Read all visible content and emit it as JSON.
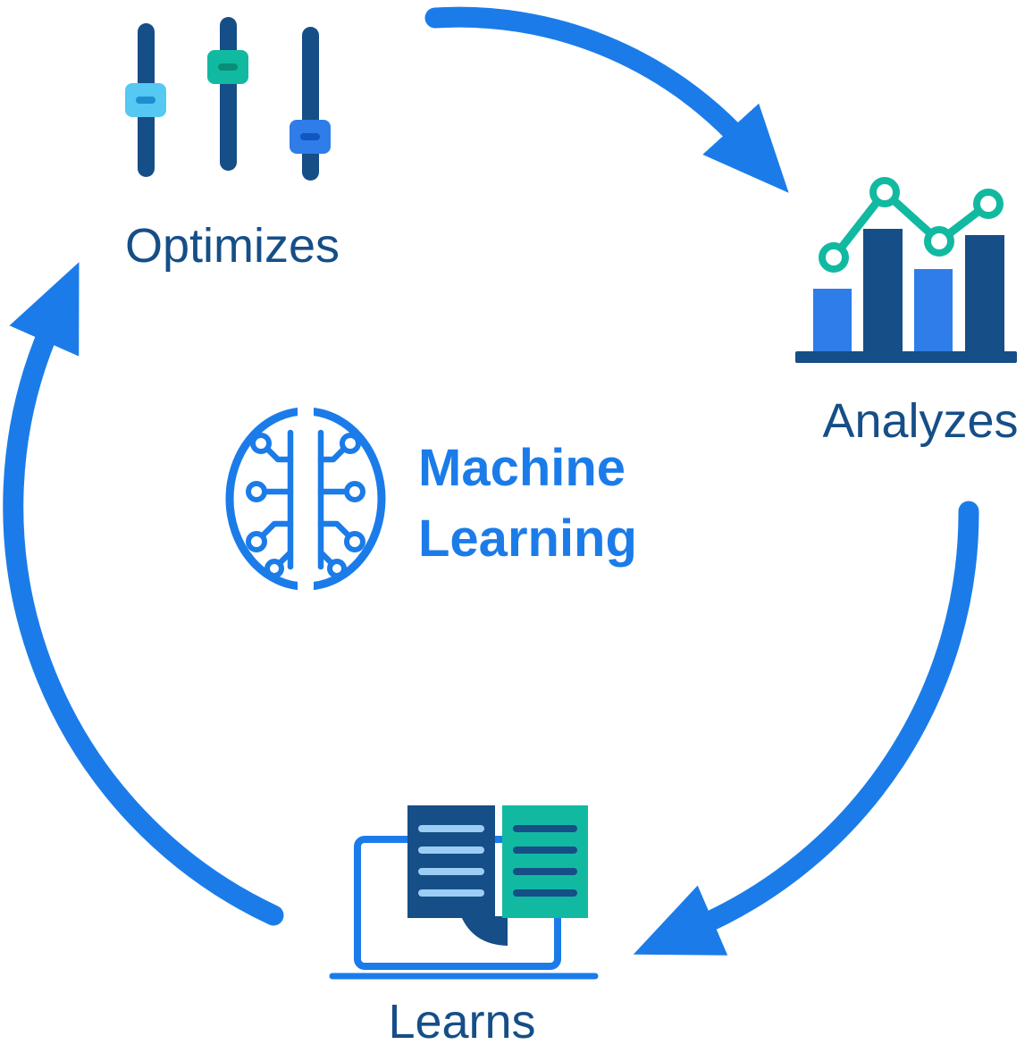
{
  "diagram": {
    "center": {
      "icon": "brain-circuit-icon",
      "title_lines": [
        "Machine",
        "Learning"
      ]
    },
    "nodes": [
      {
        "id": "optimizes",
        "label": "Optimizes",
        "icon": "sliders-icon",
        "position": "top-left"
      },
      {
        "id": "analyzes",
        "label": "Analyzes",
        "icon": "bar-chart-icon",
        "position": "right"
      },
      {
        "id": "learns",
        "label": "Learns",
        "icon": "laptop-book-icon",
        "position": "bottom"
      }
    ],
    "arrows": [
      {
        "id": "arrow-top",
        "from": "optimizes",
        "to": "analyzes"
      },
      {
        "id": "arrow-right",
        "from": "analyzes",
        "to": "learns"
      },
      {
        "id": "arrow-left",
        "from": "learns",
        "to": "optimizes"
      }
    ]
  },
  "colors": {
    "arrow-blue": "#1b7ce9",
    "navy": "#164e87",
    "bright-blue": "#2e7de9",
    "teal": "#12b9a1",
    "cyan": "#55c8f3",
    "light-blue": "#9ccdf5",
    "cyan-inner": "#1d8fd1",
    "teal-inner": "#0a8d77",
    "blue-inner": "#1256c2"
  }
}
